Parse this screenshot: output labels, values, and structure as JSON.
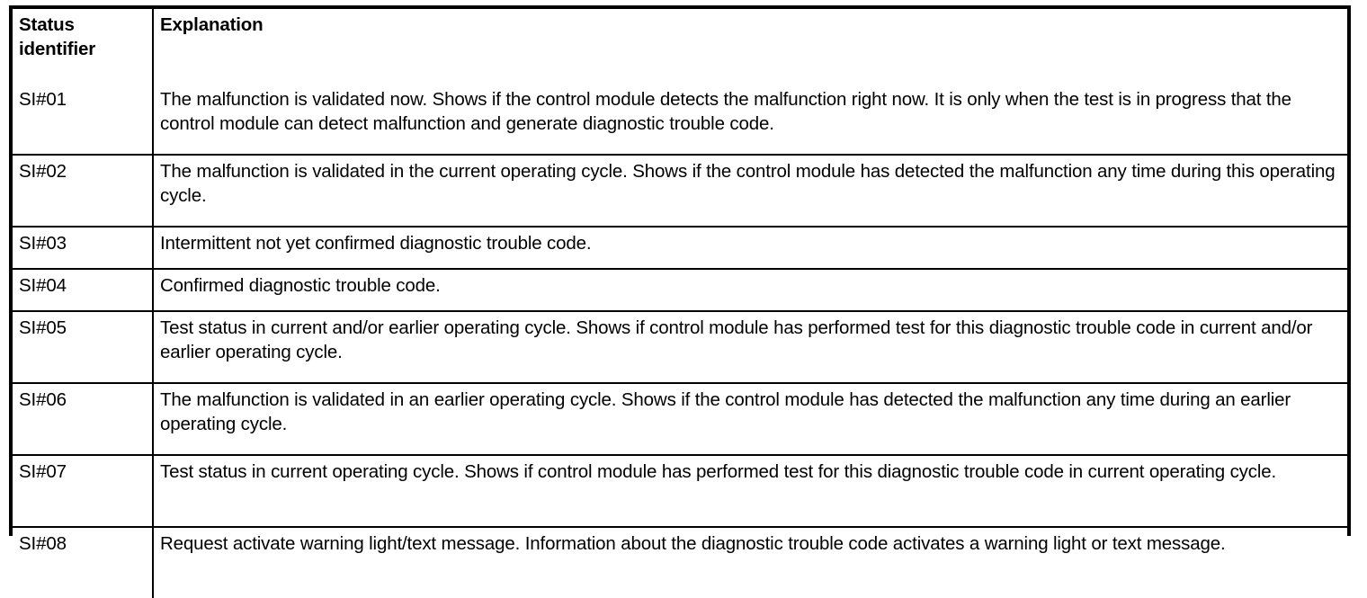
{
  "table": {
    "columns": [
      {
        "key": "status_identifier",
        "label_line1": "Status",
        "label_line2": "identifier"
      },
      {
        "key": "explanation",
        "label": "Explanation"
      }
    ],
    "rows": [
      {
        "id": "SI#01",
        "explanation": "The malfunction is validated now. Shows if the control module detects the malfunction right now. It is only when the test is in progress that the control module can detect malfunction and generate diagnostic trouble code."
      },
      {
        "id": "SI#02",
        "explanation": "The malfunction is validated in the current operating cycle. Shows if the control module has detected the malfunction any time during this operating cycle."
      },
      {
        "id": "SI#03",
        "explanation": "Intermittent not yet confirmed diagnostic trouble code."
      },
      {
        "id": "SI#04",
        "explanation": "Confirmed diagnostic trouble code."
      },
      {
        "id": "SI#05",
        "explanation": "Test status in current and/or earlier operating cycle. Shows if control module has performed test for this diagnostic trouble code in current and/or earlier operating cycle."
      },
      {
        "id": "SI#06",
        "explanation": "The malfunction is validated in an earlier operating cycle. Shows if the control module has detected the malfunction any time during an earlier operating cycle."
      },
      {
        "id": "SI#07",
        "explanation": "Test status in current operating cycle. Shows if control module has performed test for this diagnostic trouble code in current operating cycle."
      },
      {
        "id": "SI#08",
        "explanation": "Request activate warning light/text message. Information about the diagnostic trouble code activates a warning light or text message."
      }
    ]
  },
  "style": {
    "text_color": "#000000",
    "background_color": "#ffffff",
    "border_color": "#000000"
  }
}
